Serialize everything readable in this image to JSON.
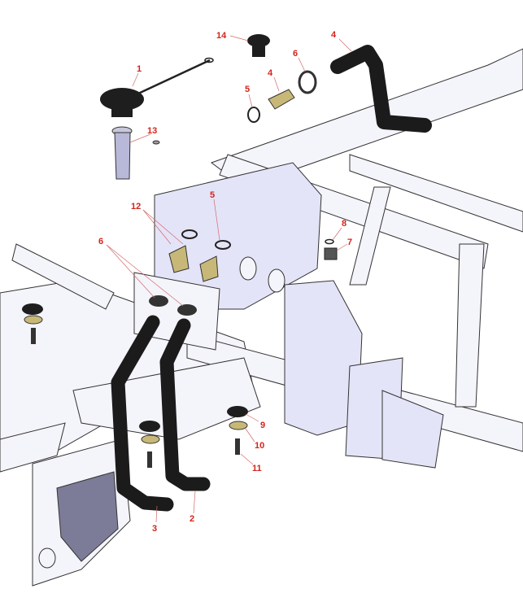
{
  "callouts": {
    "c14": "14",
    "c4a": "4",
    "c1": "1",
    "c6a": "6",
    "c4b": "4",
    "c5a": "5",
    "c13": "13",
    "c5b": "5",
    "c12": "12",
    "c6b": "6",
    "c8": "8",
    "c7": "7",
    "c9": "9",
    "c10": "10",
    "c11": "11",
    "c3": "3",
    "c2": "2"
  },
  "colors": {
    "callout": "#d4231c",
    "frame": "#f4f4fb",
    "plate": "#e4e4f8",
    "hose": "#1b1b1b"
  }
}
